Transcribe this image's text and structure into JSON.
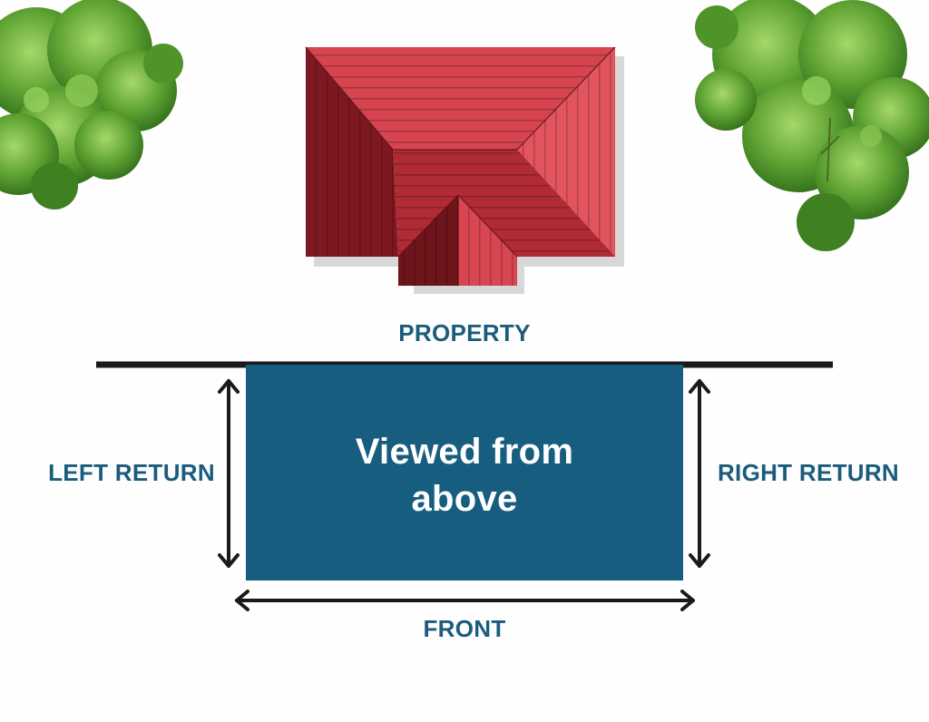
{
  "labels": {
    "property": "PROPERTY",
    "left_return": "LEFT RETURN",
    "right_return": "RIGHT RETURN",
    "front": "FRONT",
    "center_line1": "Viewed from",
    "center_line2": "above"
  },
  "icons": {
    "house": "house-roof-top-view-icon",
    "tree_left": "tree-top-view-icon",
    "tree_right": "tree-top-view-icon"
  },
  "colors": {
    "label_text": "#1b5c7c",
    "area_fill": "#175d80",
    "center_text": "#ffffff",
    "property_line": "#1a1a1a",
    "arrows": "#1a1a1a",
    "roof_light": "#d9404b",
    "roof_dark": "#8e1e26",
    "tree_green": "#5ea333"
  }
}
